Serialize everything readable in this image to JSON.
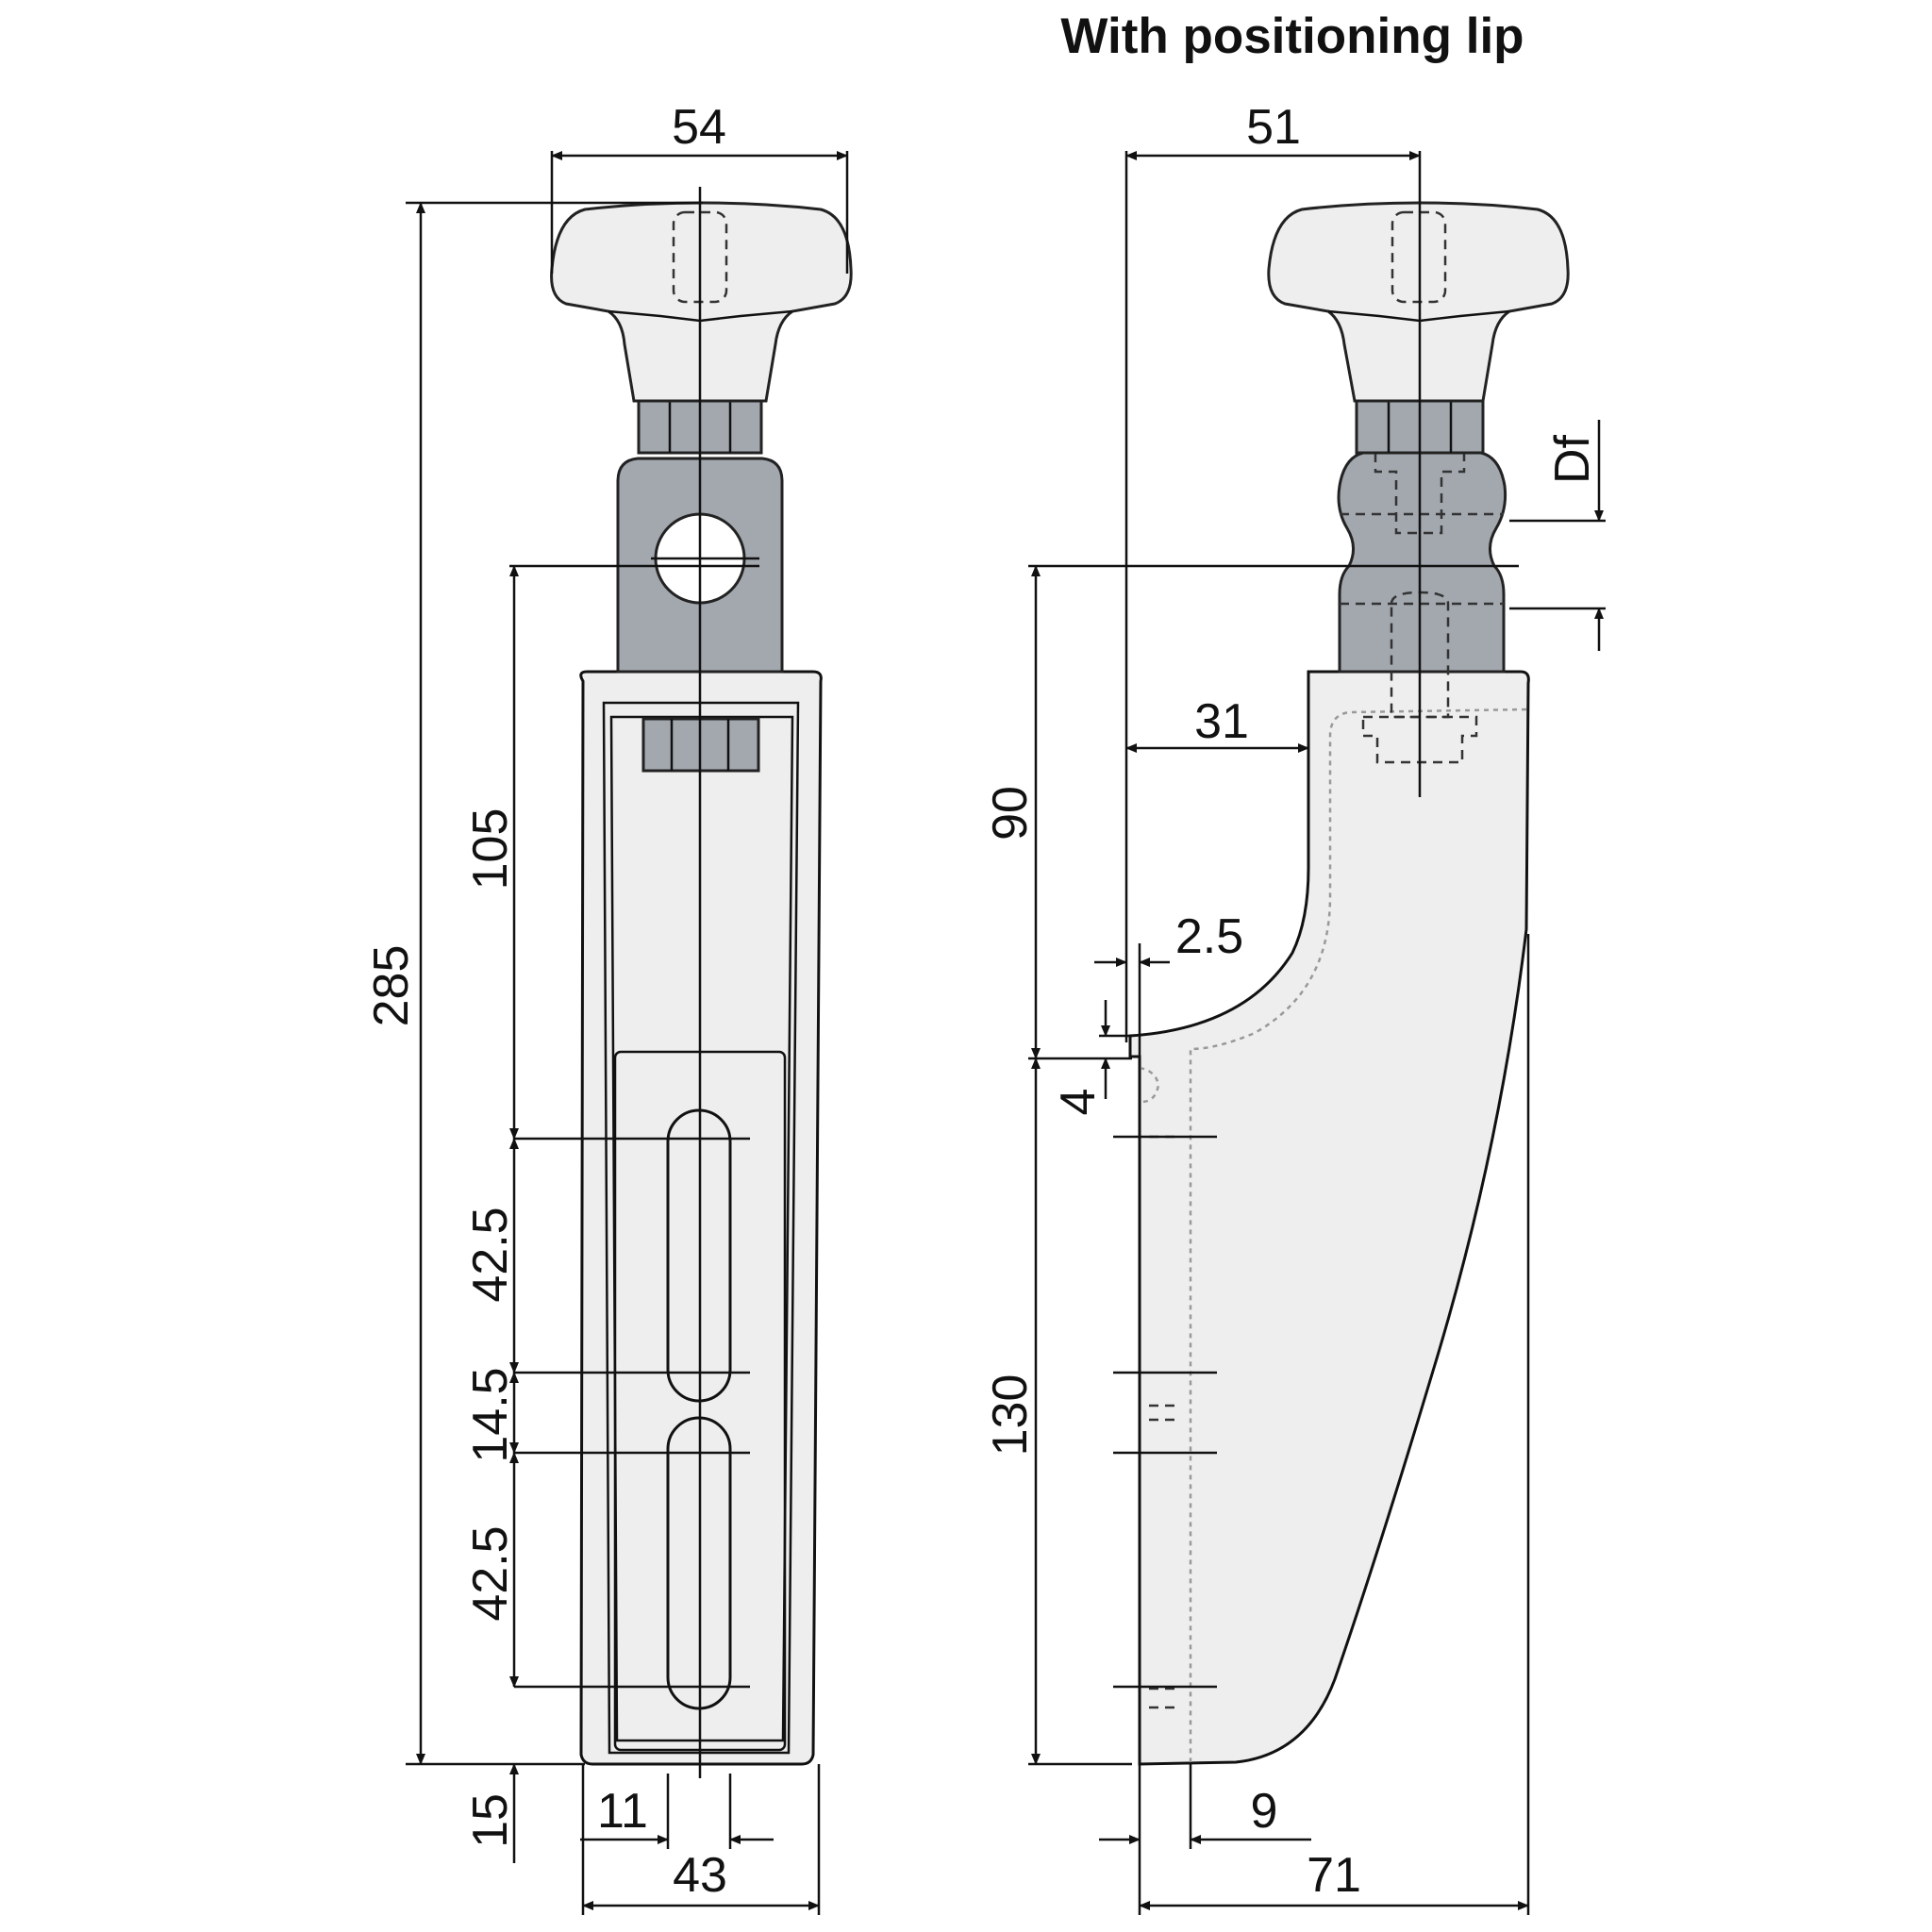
{
  "title": "With positioning lip",
  "dimensions": {
    "left_view": {
      "width_top": "54",
      "overall_height": "285",
      "height_105": "105",
      "slot_length_1": "42.5",
      "slot_gap": "14.5",
      "slot_length_2": "42.5",
      "bottom_offset": "15",
      "slot_offset": "11",
      "base_width": "43"
    },
    "right_view": {
      "width_top": "51",
      "thread_label": "Df",
      "lip_depth": "31",
      "height_90": "90",
      "lip_thickness": "2.5",
      "lip_height": "4",
      "height_130": "130",
      "wall_thickness": "9",
      "base_length": "71"
    }
  },
  "colors": {
    "line": "#111111",
    "body": "#eeeeee",
    "metal": "#a3a8af"
  }
}
